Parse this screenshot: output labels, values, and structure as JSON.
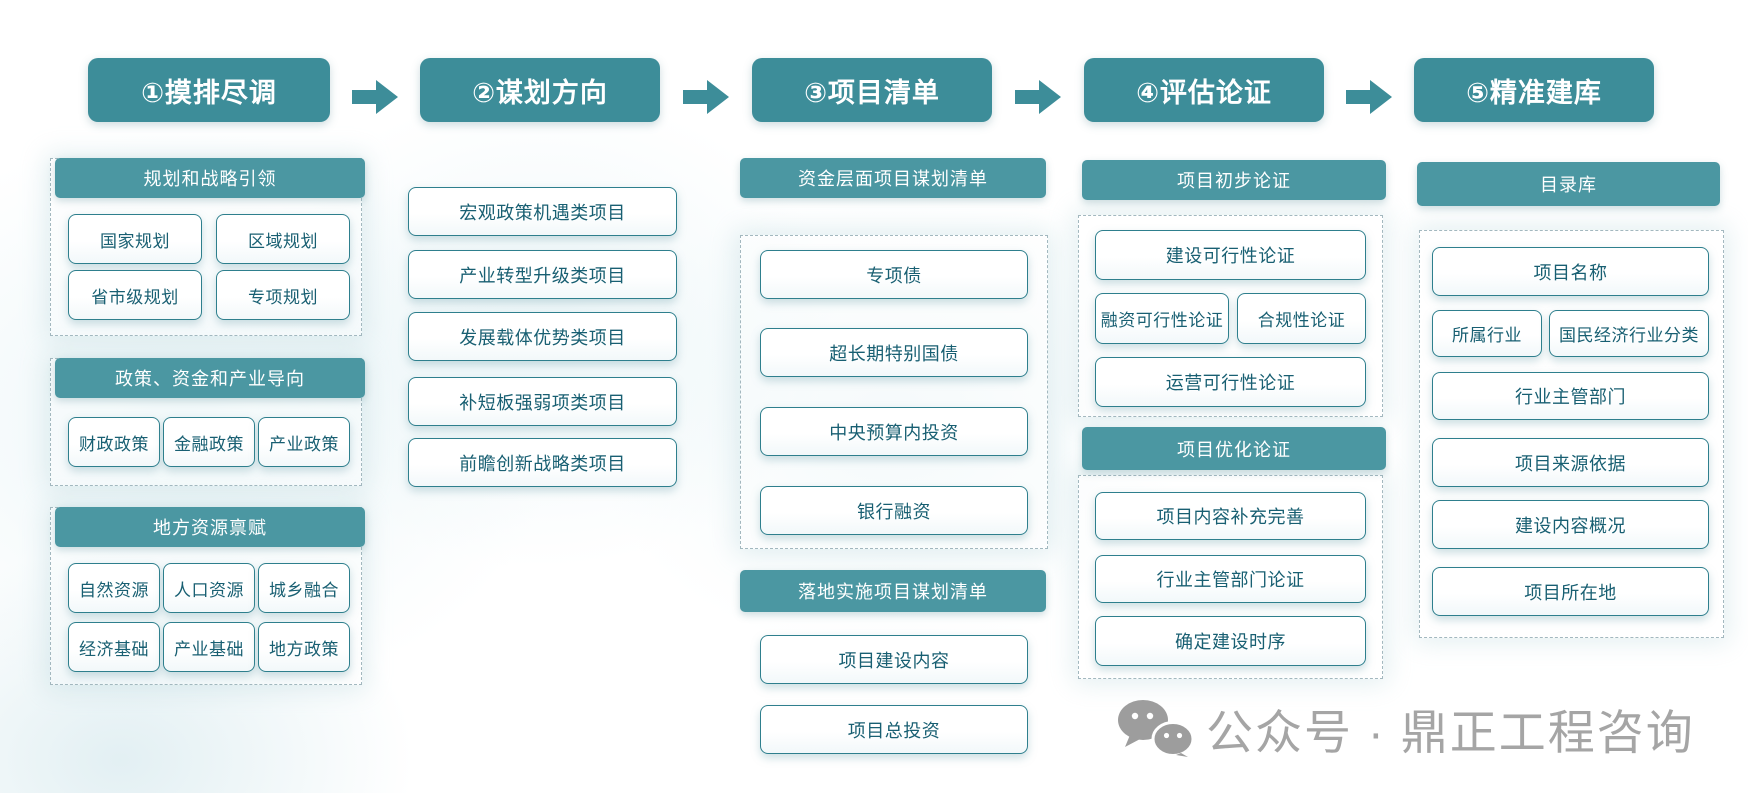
{
  "palette": {
    "step_header_bg": "#3d8d99",
    "group_bar_bg": "#4b97a2",
    "box_border": "#2e7f8d",
    "box_text": "#185f72",
    "dash_border": "#a3b8bf",
    "watermark_gray": "#a5a5a5"
  },
  "steps": [
    {
      "label": "①摸排尽调"
    },
    {
      "label": "②谋划方向"
    },
    {
      "label": "③项目清单"
    },
    {
      "label": "④评估论证"
    },
    {
      "label": "⑤精准建库"
    }
  ],
  "col1": {
    "groups": [
      {
        "title": "规划和战略引领",
        "items": [
          "国家规划",
          "区域规划",
          "省市级规划",
          "专项规划"
        ]
      },
      {
        "title": "政策、资金和产业导向",
        "items": [
          "财政政策",
          "金融政策",
          "产业政策"
        ]
      },
      {
        "title": "地方资源禀赋",
        "items": [
          "自然资源",
          "人口资源",
          "城乡融合",
          "经济基础",
          "产业基础",
          "地方政策"
        ]
      }
    ]
  },
  "col2": {
    "items": [
      "宏观政策机遇类项目",
      "产业转型升级类项目",
      "发展载体优势类项目",
      "补短板强弱项类项目",
      "前瞻创新战略类项目"
    ]
  },
  "col3": {
    "groups": [
      {
        "title": "资金层面项目谋划清单",
        "items": [
          "专项债",
          "超长期特别国债",
          "中央预算内投资",
          "银行融资"
        ]
      },
      {
        "title": "落地实施项目谋划清单",
        "items": [
          "项目建设内容",
          "项目总投资"
        ]
      }
    ]
  },
  "col4": {
    "groups": [
      {
        "title": "项目初步论证",
        "items": [
          "建设可行性论证",
          "融资可行性论证",
          "合规性论证",
          "运营可行性论证"
        ]
      },
      {
        "title": "项目优化论证",
        "items": [
          "项目内容补充完善",
          "行业主管部门论证",
          "确定建设时序"
        ]
      }
    ]
  },
  "col5": {
    "title": "目录库",
    "items": [
      "项目名称",
      "所属行业",
      "国民经济行业分类",
      "行业主管部门",
      "项目来源依据",
      "建设内容概况",
      "项目所在地"
    ]
  },
  "watermark": {
    "text": "公众号 · 鼎正工程咨询",
    "icon": "wechat-icon"
  }
}
